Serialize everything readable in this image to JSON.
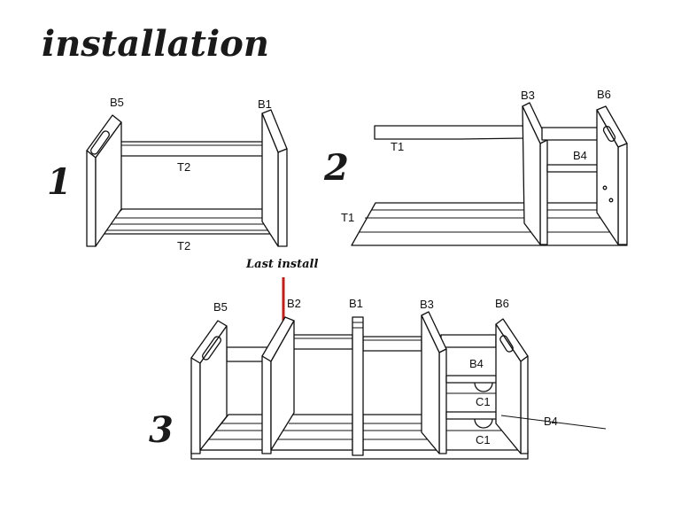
{
  "title": "installation",
  "steps": [
    {
      "number": "1",
      "labels": {
        "left_panel": "B5",
        "right_panel": "B1",
        "top_board": "T2",
        "bottom_board": "T2"
      }
    },
    {
      "number": "2",
      "labels": {
        "left_panel": "B3",
        "right_panel": "B6",
        "top_board": "T1",
        "bottom_board": "T1",
        "shelf": "B4"
      }
    },
    {
      "number": "3",
      "labels": {
        "p1": "B5",
        "p2": "B2",
        "p3": "B1",
        "p4": "B3",
        "p5": "B6",
        "shelf_top": "B4",
        "drawer_top": "C1",
        "drawer_bottom": "C1",
        "shelf_callout": "B4"
      },
      "note": "Last install"
    }
  ],
  "colors": {
    "ink": "#111111",
    "arrow": "#c0201a"
  }
}
